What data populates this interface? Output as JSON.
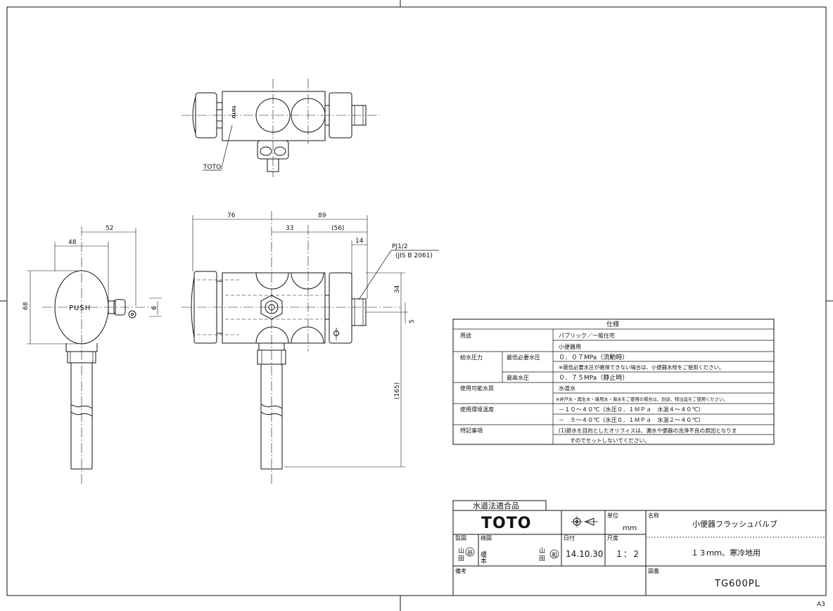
{
  "sheet": {
    "size": "A3"
  },
  "labels": {
    "brand_mark": "TOTO",
    "push": "PUSH",
    "pj": "PJ1/2",
    "jis": "(JIS B 2061)"
  },
  "dims": {
    "d52": "52",
    "d48": "48",
    "d68": "68",
    "d6": "6",
    "d76": "76",
    "d89": "89",
    "d33": "33",
    "d56": "(56)",
    "d14": "14",
    "d34": "34",
    "d5": "5",
    "d165": "(165)"
  },
  "spec": {
    "title": "仕様",
    "rows": [
      {
        "label": "用途",
        "sub": "",
        "lines": [
          "パブリック／一般住宅",
          "小便器用"
        ]
      },
      {
        "label": "給水圧力",
        "sub": "最低必要水圧",
        "lines": [
          "０．０７MPa（流動時）",
          "※最低必要水圧が確保できない場合は、小便器水栓をご使用ください。"
        ]
      },
      {
        "label": "",
        "sub": "最高水圧",
        "lines": [
          "０．７５MPa（静止時）"
        ]
      },
      {
        "label": "使用可能水質",
        "sub": "",
        "lines": [
          "水道水",
          "※井戸水・再生水・雑用水・海水をご使用の場合は、別途、特注品をご使用ください。"
        ]
      },
      {
        "label": "使用環境温度",
        "sub": "",
        "lines": [
          "－１０～４０℃（水圧０．１ＭＰａ　水温４～４０℃）",
          "－　５～４０℃（水圧０．１ＭＰａ　水温２～４０℃）"
        ]
      },
      {
        "label": "特記事項",
        "sub": "",
        "lines": [
          "(1)節水を目的としたオリフィスは、漏水や便器の洗浄不良の原因となりま",
          "すのでセットしないでください。"
        ]
      }
    ]
  },
  "titleblock": {
    "compliance": "水道法適合品",
    "logo": "TOTO",
    "unit_label": "単位",
    "unit": "ｍｍ",
    "name_label": "名称",
    "name": "小便器フラッシュバルブ",
    "subname": "１３ｍｍ、寒冷地用",
    "drawn_label": "製図",
    "checked_label": "検図",
    "date_label": "日付",
    "date": "14.10.30",
    "scale_label": "尺度",
    "scale": "１：２",
    "checker_name": "榎本",
    "notes_label": "備考",
    "number_label": "図番",
    "number": "TG600PL"
  }
}
